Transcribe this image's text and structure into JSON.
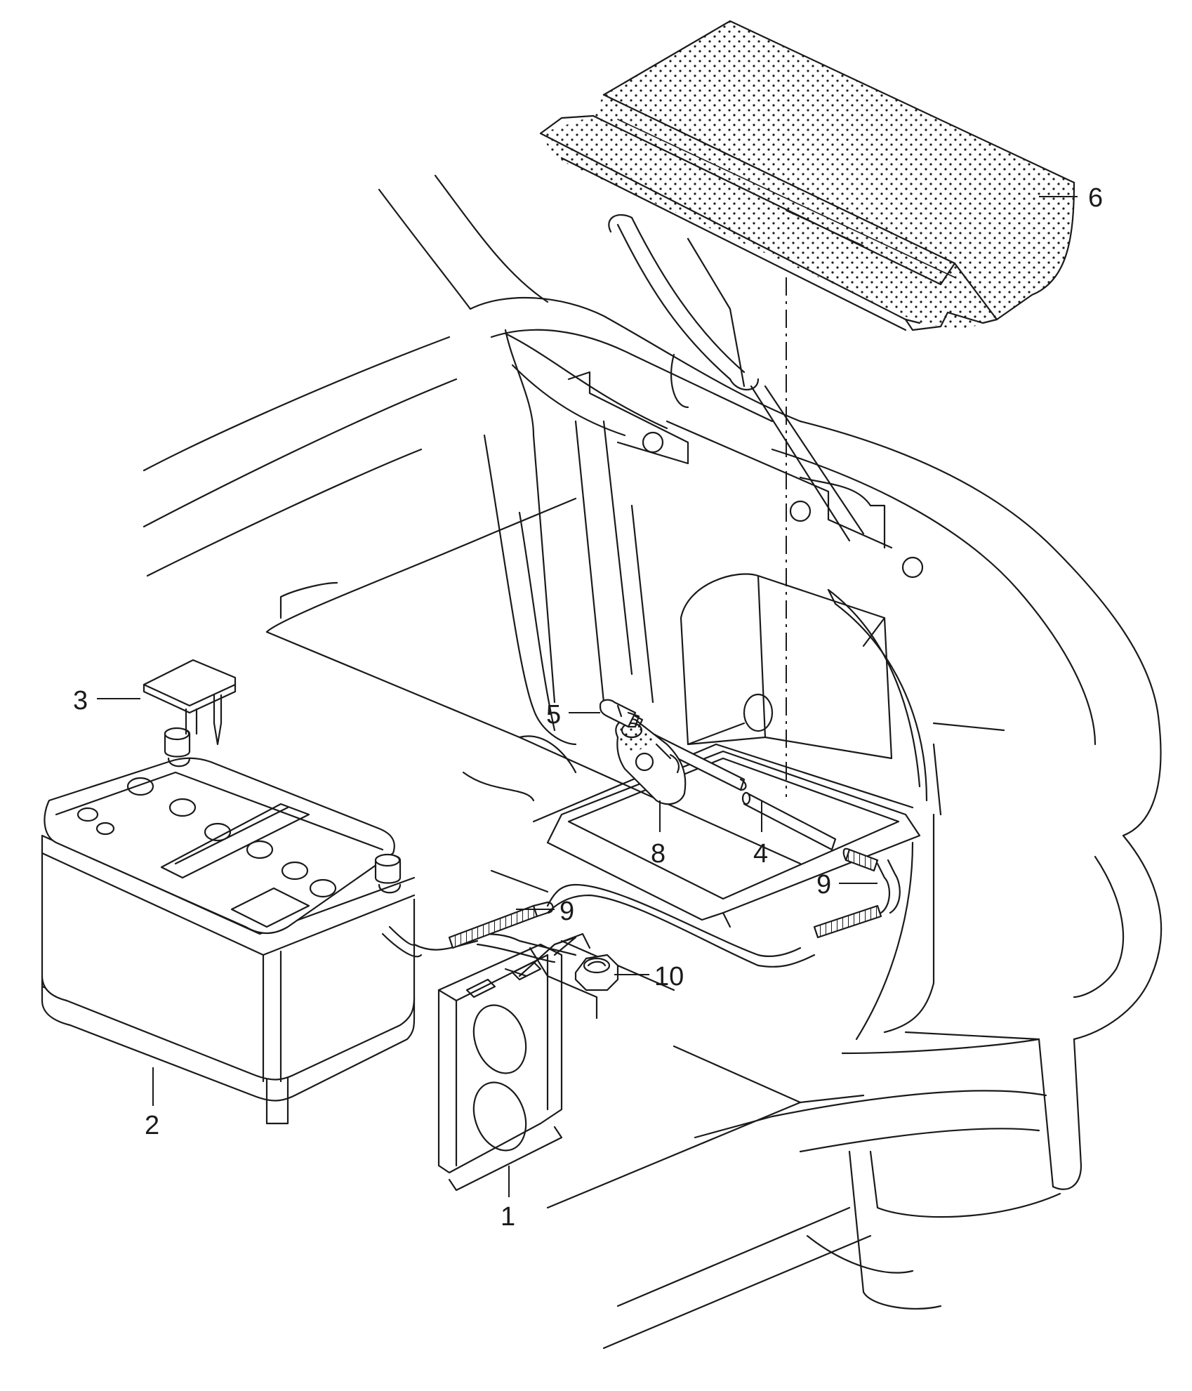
{
  "callouts": [
    {
      "id": "1",
      "label": "1"
    },
    {
      "id": "2",
      "label": "2"
    },
    {
      "id": "3",
      "label": "3"
    },
    {
      "id": "4",
      "label": "4"
    },
    {
      "id": "5",
      "label": "5"
    },
    {
      "id": "6",
      "label": "6"
    },
    {
      "id": "8",
      "label": "8"
    },
    {
      "id": "9a",
      "label": "9"
    },
    {
      "id": "9b",
      "label": "9"
    },
    {
      "id": "10",
      "label": "10"
    }
  ],
  "colors": {
    "line": "#1a1a1a",
    "background": "#ffffff",
    "dots": "#1a1a1a"
  }
}
